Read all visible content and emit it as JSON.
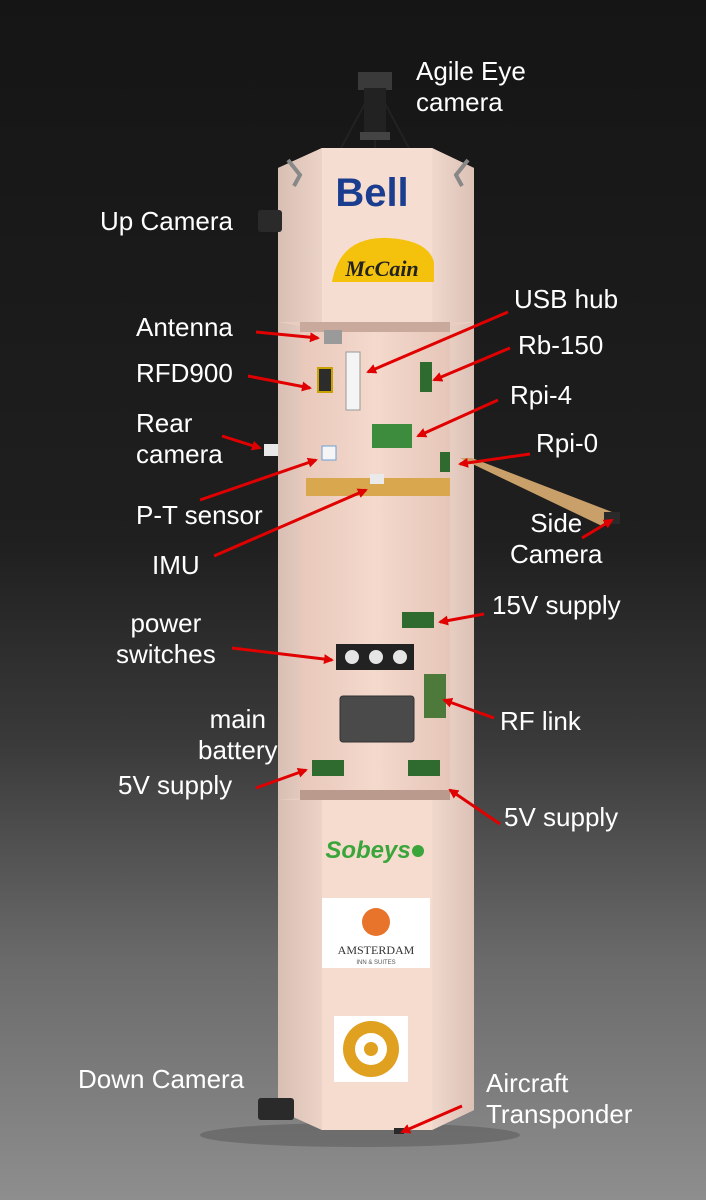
{
  "labels": {
    "agile_eye": [
      "Agile Eye",
      "camera"
    ],
    "up_camera": "Up Camera",
    "antenna": "Antenna",
    "rfd900": "RFD900",
    "rear_camera": [
      "Rear",
      "camera"
    ],
    "pt_sensor": "P-T sensor",
    "imu": "IMU",
    "power_switches": [
      "power",
      "switches"
    ],
    "main_battery": [
      "main",
      "battery"
    ],
    "supply_5v_left": "5V supply",
    "usb_hub": "USB hub",
    "rb150": "Rb-150",
    "rpi4": "Rpi-4",
    "rpi0": "Rpi-0",
    "side_camera": [
      "Side",
      "Camera"
    ],
    "supply_15v": "15V supply",
    "rf_link": "RF link",
    "supply_5v_right": "5V supply",
    "down_camera": "Down Camera",
    "aircraft_transponder": [
      "Aircraft",
      "Transponder"
    ]
  },
  "logos": {
    "bell": "Bell",
    "mccain": "McCain",
    "sobeys": "Sobeys",
    "amsterdam": "AMSTERDAM",
    "amsterdam_sub": "INN & SUITES"
  },
  "colors": {
    "arrow": "#e00000",
    "panel": "#f2d8cc",
    "bell_blue": "#1b3d8f",
    "mccain_yellow": "#f4c20d",
    "sobeys_green": "#3aa53a",
    "amsterdam_orange": "#e8742b",
    "rotary_gold": "#e0a020"
  }
}
